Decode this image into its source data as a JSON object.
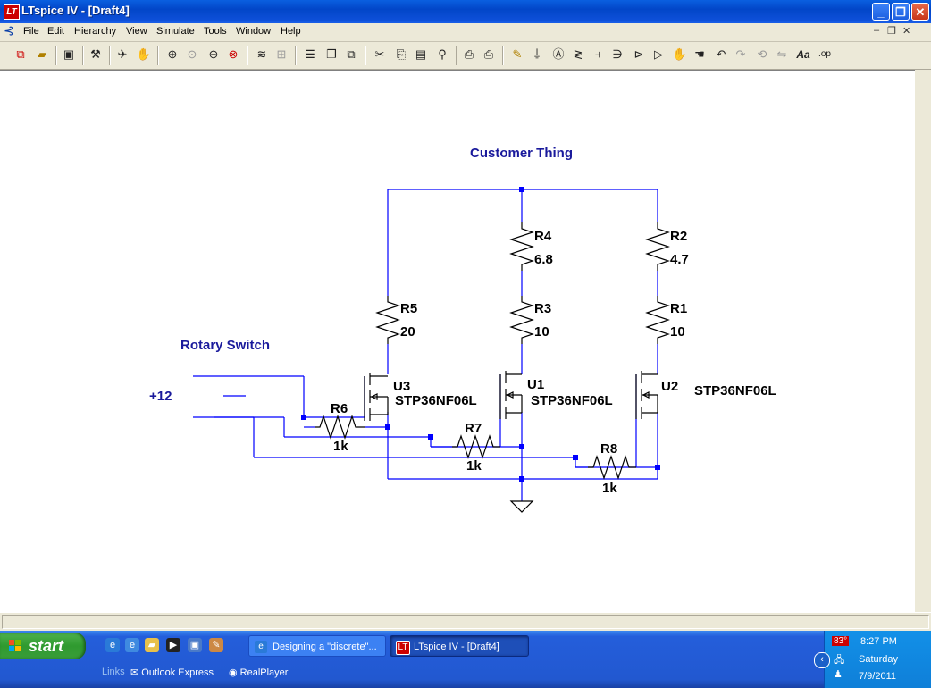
{
  "window": {
    "title": "LTspice IV - [Draft4]",
    "app_icon_text": "LT",
    "minimize_label": "_",
    "maximize_label": "❐",
    "close_label": "✕"
  },
  "menu": {
    "items": [
      "File",
      "Edit",
      "Hierarchy",
      "View",
      "Simulate",
      "Tools",
      "Window",
      "Help"
    ],
    "mdi_minimize": "–",
    "mdi_restore": "❐",
    "mdi_close": "✕"
  },
  "toolbar": {
    "icons": [
      "new-schematic",
      "open",
      "save",
      "control-panel",
      "run",
      "halt",
      "zoom-in",
      "pan",
      "zoom-out",
      "zoom-cancel",
      "autorange",
      "grid",
      "tile-horizontal",
      "cascade",
      "tile-vertical",
      "cut",
      "copy",
      "paste",
      "find",
      "print-preview",
      "print",
      "draw-wire",
      "ground",
      "label-net",
      "resistor",
      "capacitor",
      "inductor",
      "diode",
      "component",
      "move",
      "drag",
      "undo",
      "redo",
      "rotate",
      "mirror",
      "text",
      "spice-directive"
    ],
    "text_label": "Aa",
    "spice_label": ".op"
  },
  "schematic": {
    "net_labels": {
      "customer": "Customer Thing",
      "rotary": "Rotary Switch",
      "supply": "+12"
    },
    "resistors": [
      {
        "ref": "R4",
        "value": "6.8"
      },
      {
        "ref": "R2",
        "value": "4.7"
      },
      {
        "ref": "R5",
        "value": "20"
      },
      {
        "ref": "R3",
        "value": "10"
      },
      {
        "ref": "R1",
        "value": "10"
      },
      {
        "ref": "R6",
        "value": "1k"
      },
      {
        "ref": "R7",
        "value": "1k"
      },
      {
        "ref": "R8",
        "value": "1k"
      }
    ],
    "mosfets": [
      {
        "ref": "U3",
        "part": "STP36NF06L"
      },
      {
        "ref": "U1",
        "part": "STP36NF06L"
      },
      {
        "ref": "U2",
        "part": "STP36NF06L"
      }
    ],
    "colors": {
      "wire": "#0000ff",
      "component": "#000000",
      "label": "#1a1a9c",
      "junction": "#0000ff"
    }
  },
  "taskbar": {
    "start_label": "start",
    "tasks": [
      {
        "label": "Designing a \"discrete\"...",
        "icon": "ie-icon"
      },
      {
        "label": "LTspice IV - [Draft4]",
        "icon": "ltspice-icon"
      }
    ],
    "links_label": "Links",
    "links": [
      "Outlook Express",
      "RealPlayer"
    ],
    "tray": {
      "temperature": "83°",
      "time": "8:27 PM",
      "day": "Saturday",
      "date": "7/9/2011"
    }
  }
}
